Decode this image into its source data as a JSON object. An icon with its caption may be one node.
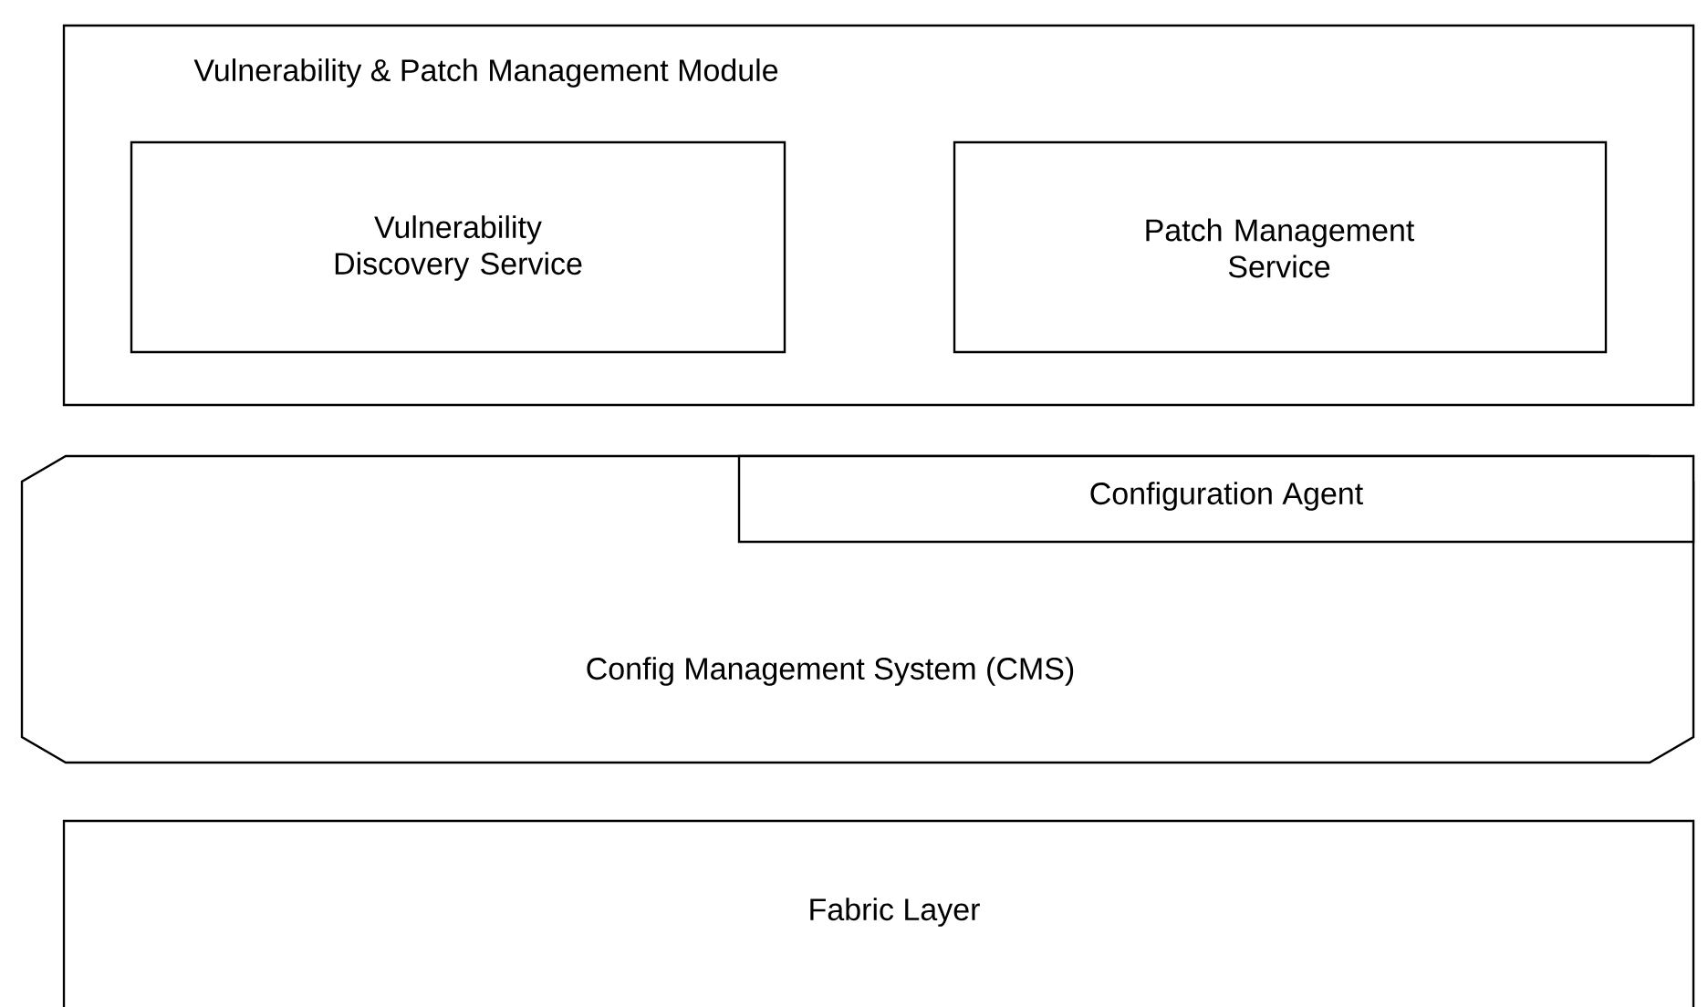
{
  "diagram": {
    "nodes": [
      {
        "text": [
          "Vulnerability & Patch Management Module"
        ]
      },
      {
        "text": [
          "Vulnerability Discovery Service"
        ],
        "in": 0
      },
      {
        "text": [
          "Patch Management Service"
        ],
        "in": 0
      },
      {
        "text": [
          "Config Management System (CMS)"
        ]
      },
      {
        "text": [
          "Configuration Agent"
        ],
        "in": 3
      },
      {
        "text": [
          "Fabric Layer"
        ]
      }
    ]
  }
}
